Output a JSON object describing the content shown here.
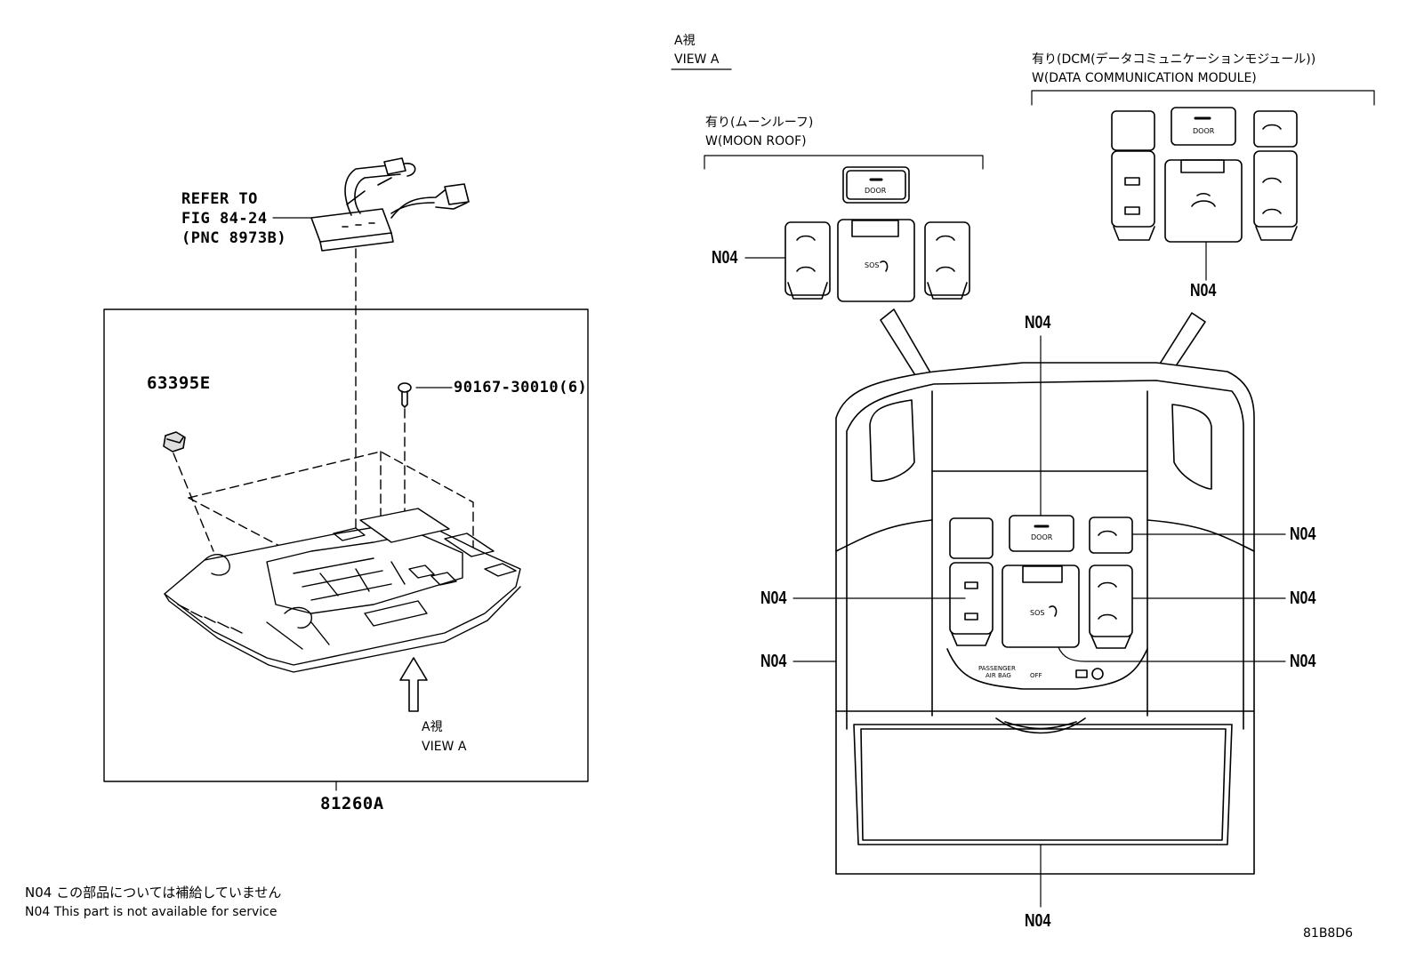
{
  "left_view": {
    "refer_line1": "REFER TO",
    "refer_line2": "FIG 84-24",
    "refer_line3": "(PNC 8973B)",
    "part_clip": "63395E",
    "part_screw": "90167-30010(6)",
    "part_assembly": "81260A",
    "view_jp": "A視",
    "view_en": "VIEW A"
  },
  "right_view": {
    "view_jp": "A視",
    "view_en": "VIEW A",
    "moonroof_jp": "有り(ムーンルーフ)",
    "moonroof_en": "W(MOON ROOF)",
    "dcm_jp": "有り(DCM(データコミュニケーションモジュール))",
    "dcm_en": "W(DATA COMMUNICATION MODULE)",
    "n04": "N04",
    "door_label": "DOOR",
    "sos_label": "SOS",
    "airbag_line1": "PASSENGER",
    "airbag_line2": "AIR BAG",
    "airbag_off": "OFF"
  },
  "notes": {
    "jp": "N04 この部品については補給していません",
    "en": "N04 This part is not available for service"
  },
  "figure_code": "81B8D6"
}
